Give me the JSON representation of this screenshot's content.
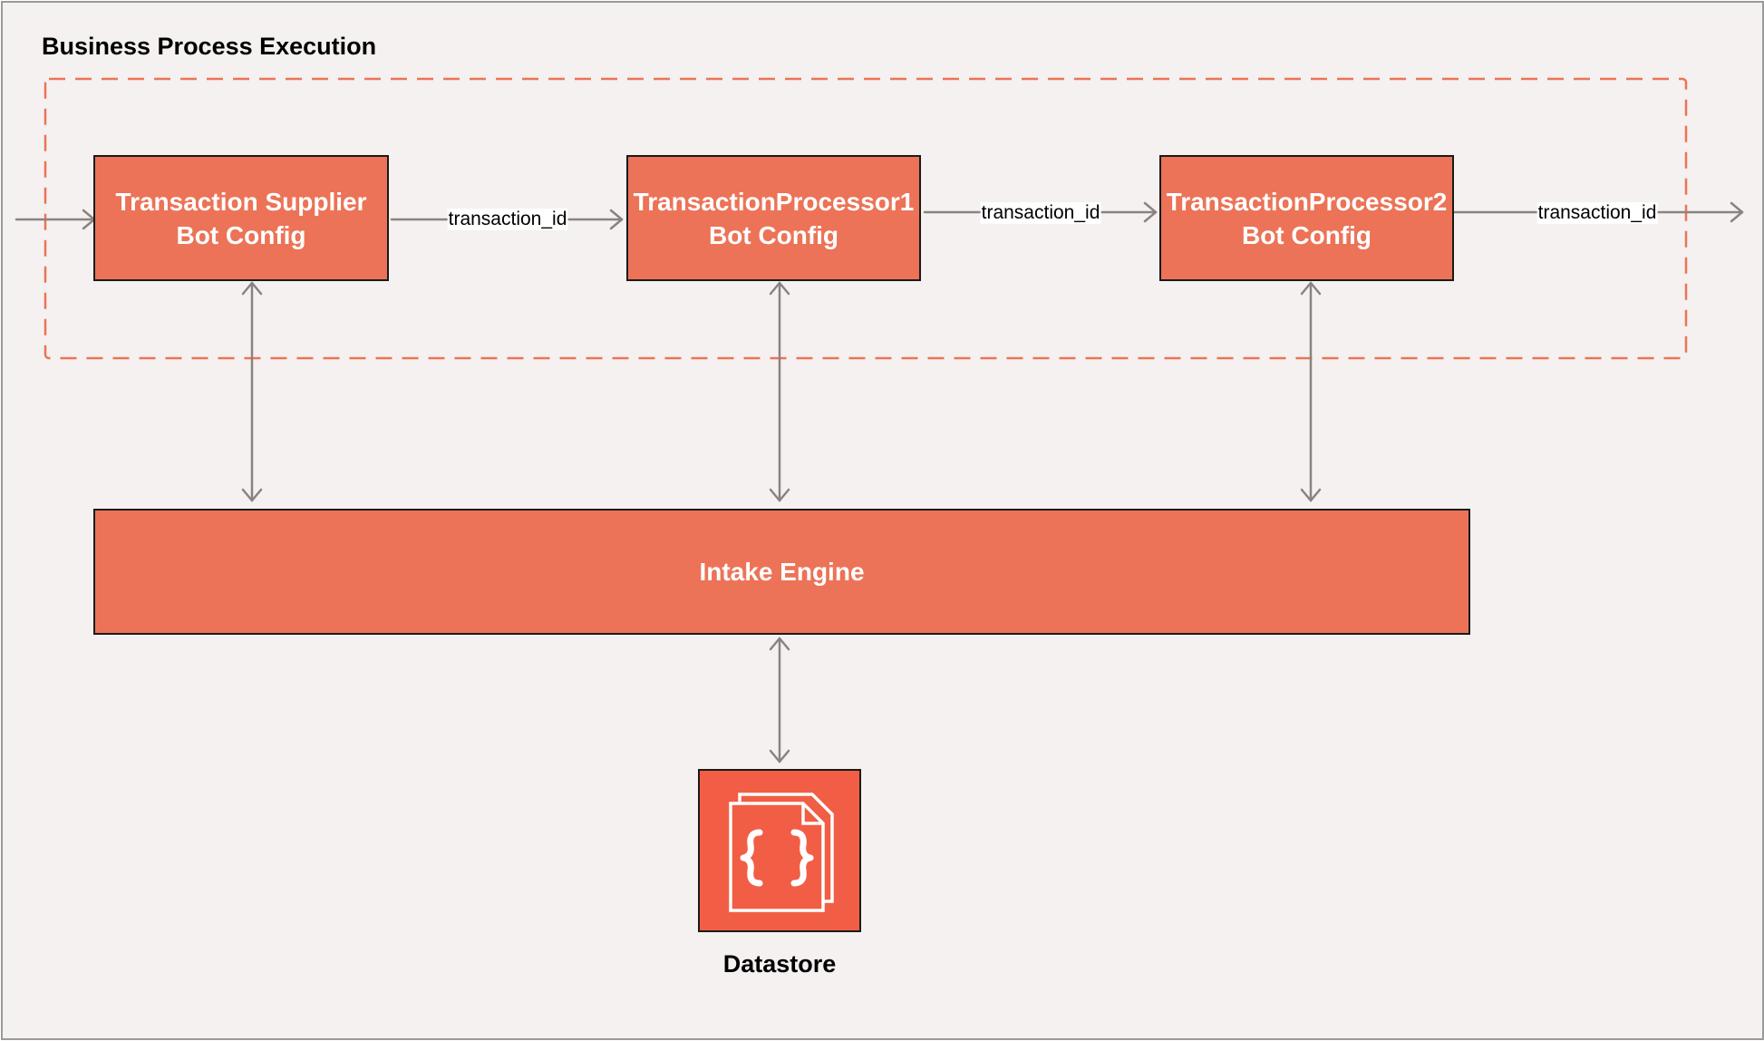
{
  "group": {
    "title": "Business Process Execution"
  },
  "nodes": {
    "supplier": {
      "line1": "Transaction Supplier",
      "line2": "Bot Config"
    },
    "processor1": {
      "line1": "TransactionProcessor1",
      "line2": "Bot Config"
    },
    "processor2": {
      "line1": "TransactionProcessor2",
      "line2": "Bot Config"
    },
    "intake": {
      "label": "Intake Engine"
    },
    "datastore": {
      "label": "Datastore",
      "icon": "json-documents-icon"
    }
  },
  "edges": {
    "supplier_to_p1": "transaction_id",
    "p1_to_p2": "transaction_id",
    "p2_out": "transaction_id"
  },
  "colors": {
    "node_fill": "#ec7357",
    "datastore_fill": "#f15e45",
    "group_border": "#ec7357",
    "connector": "#8a8380",
    "background": "#f4f1f0"
  }
}
